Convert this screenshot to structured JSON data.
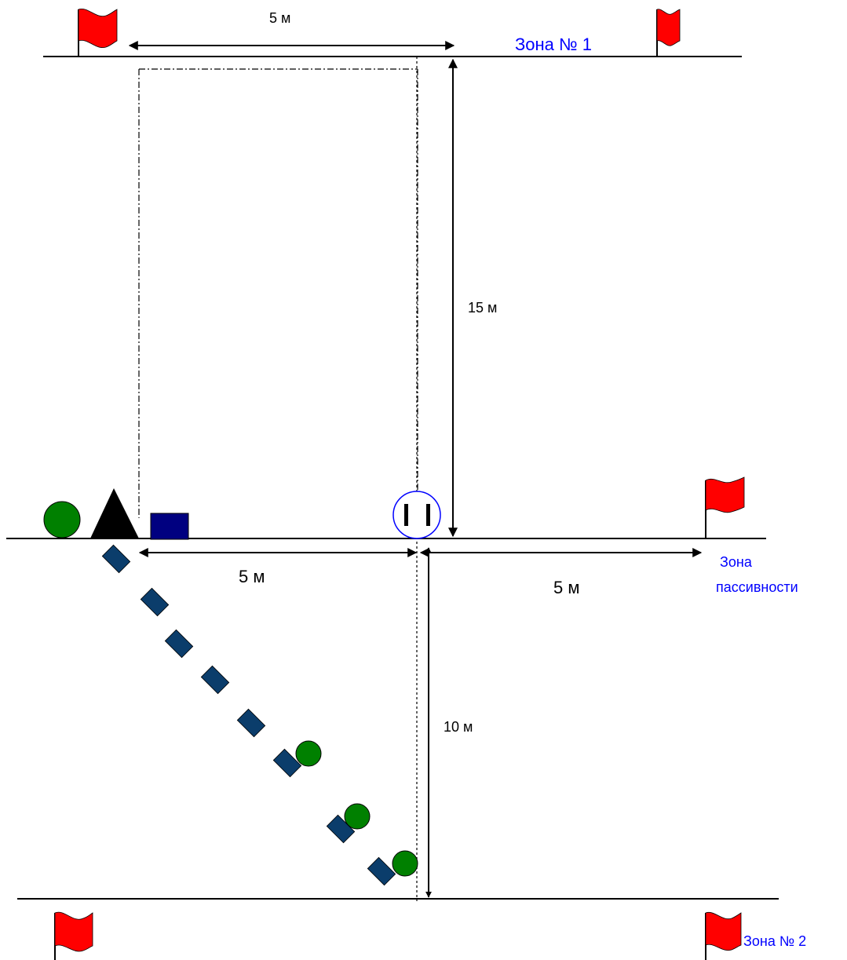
{
  "labels": {
    "top_width": "5 м",
    "right_height": "15 м",
    "bottom_left": "5 м",
    "bottom_right": "5 м",
    "lower_height": "10 м",
    "zone1": "Зона № 1",
    "zone2": "Зона № 2",
    "passive_line1": "Зона",
    "passive_line2": "пассивности"
  },
  "colors": {
    "flag": "#ff0000",
    "line": "#000000",
    "zone_text": "#0000ff",
    "green_circle": "#008000",
    "blue_rect": "#000080",
    "steel_rect": "#0b3d6b",
    "start_circle": "#0000ff"
  },
  "icons": {
    "flag": "flag-icon",
    "triangle": "triangle-marker-icon",
    "circle": "green-circle-icon",
    "rect": "blue-rect-icon",
    "start": "start-circle-icon"
  }
}
